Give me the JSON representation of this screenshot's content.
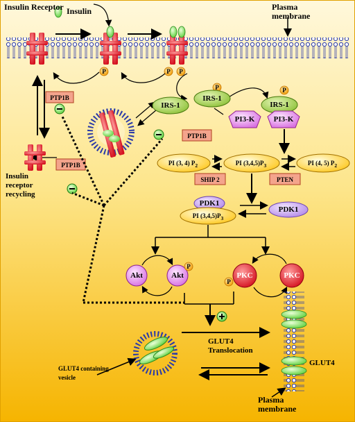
{
  "labels": {
    "insulin_receptor": "Insulin Receptor",
    "insulin": "Insulin",
    "plasma_membrane_top": "Plasma membrane",
    "ptp1b_1": "PTP1B",
    "ptp1b_2": "PTP1B",
    "ptp1b_3": "PTP1B",
    "irs1_1": "IRS-1",
    "irs1_2": "IRS-1",
    "irs1_3": "IRS-1",
    "pi3k_1": "PI3-K",
    "pi3k_2": "PI3-K",
    "pip2_34": "PI (3, 4) P",
    "pip3_345": "PI (3,4,5)P",
    "pip2_45": "PI (4, 5) P",
    "ship2": "SHIP 2",
    "pten": "PTEN",
    "pdk1_1": "PDK1",
    "pdk1_pip3": "PI (3,4,5)P",
    "pdk1_2": "PDK1",
    "akt_1": "Akt",
    "akt_2": "Akt",
    "pkc_1": "PKC",
    "pkc_2": "PKC",
    "recycling": "Insulin receptor recycling",
    "glut4_translocation_1": "GLUT4",
    "glut4_translocation_2": "Translocation",
    "glut4_vesicle": "GLUT4 containing vesicle",
    "glut4": "GLUT4",
    "plasma_membrane_bottom": "Plasma membrane",
    "phospho": "P",
    "sub2": "2",
    "sub3": "3",
    "minus": "−",
    "plus": "+"
  },
  "colors": {
    "bg_top": "#fff7d6",
    "bg_bottom": "#f5b400",
    "receptor": "#e8291c",
    "irs1": "#9ccc3c",
    "pi3k": "#d63fd6",
    "pi_lipid": "#ffd23f",
    "pdk1": "#c9a6f0",
    "akt": "#e08de6",
    "pkc": "#e0192a",
    "glut4": "#66dd4c",
    "inhibitor": "#33cc33",
    "phospho": "#f5a000",
    "enzyme_box": "#f4a48c",
    "membrane_head": "#3344aa"
  }
}
